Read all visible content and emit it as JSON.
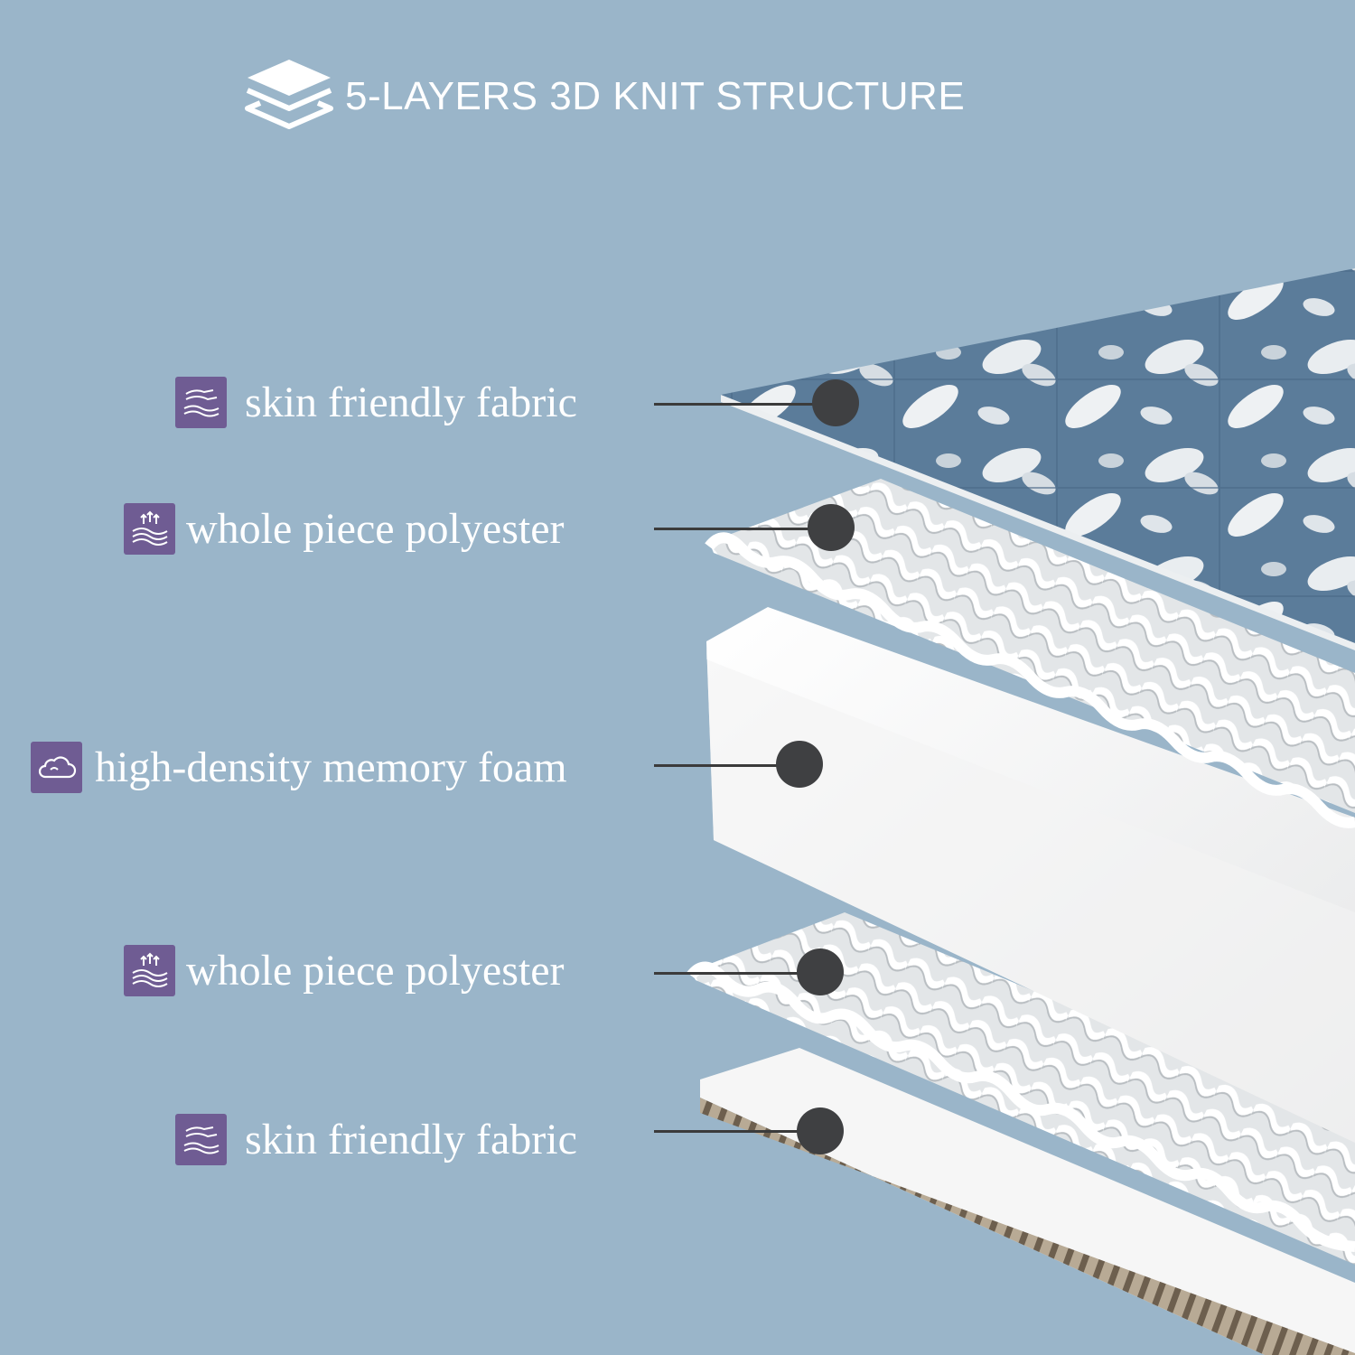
{
  "header": {
    "title": "5-LAYERS 3D KNIT STRUCTURE",
    "icon": "layers-icon"
  },
  "layers": [
    {
      "label": "skin friendly fabric",
      "icon": "hand-wave-icon"
    },
    {
      "label": "whole piece polyester",
      "icon": "breathable-waves-icon"
    },
    {
      "label": "high-density memory foam",
      "icon": "cloud-icon"
    },
    {
      "label": "whole piece polyester",
      "icon": "breathable-waves-icon"
    },
    {
      "label": "skin friendly fabric",
      "icon": "hand-wave-icon"
    }
  ],
  "colors": {
    "background": "#9ab5c9",
    "badge": "#6f5c93",
    "dot": "#3f4042",
    "fabric": "#5b7c9a"
  }
}
